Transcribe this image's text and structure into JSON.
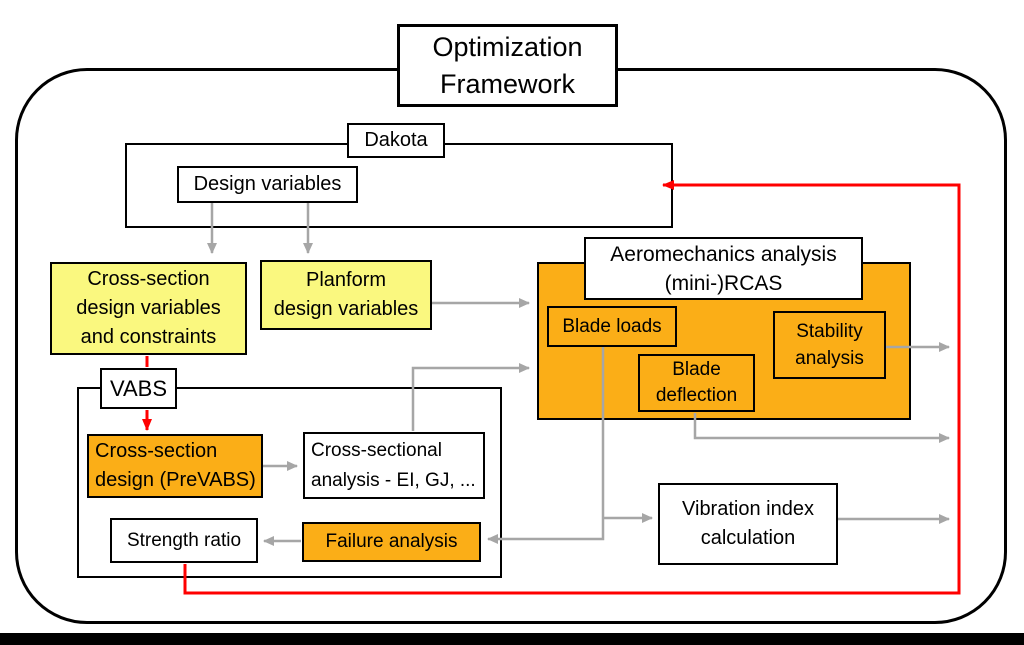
{
  "diagram": {
    "title_lines": [
      "Optimization",
      "Framework"
    ],
    "nodes": {
      "dakota": {
        "label": "Dakota"
      },
      "design_variables": {
        "label": "Design variables"
      },
      "cross_section_dv": {
        "lines": [
          "Cross-section",
          "design variables",
          "and constraints"
        ]
      },
      "planform_dv": {
        "lines": [
          "Planform",
          "design variables"
        ]
      },
      "aeromechanics": {
        "lines": [
          "Aeromechanics analysis",
          "(mini-)RCAS"
        ]
      },
      "blade_loads": {
        "label": "Blade loads"
      },
      "stability": {
        "lines": [
          "Stability",
          "analysis"
        ]
      },
      "blade_deflection": {
        "lines": [
          "Blade",
          "deflection"
        ]
      },
      "vabs": {
        "label": "VABS"
      },
      "prevabs": {
        "lines": [
          "Cross-section",
          "design (PreVABS)"
        ]
      },
      "cross_sectional_analysis": {
        "lines": [
          "Cross-sectional",
          "analysis - EI, GJ, ..."
        ]
      },
      "strength_ratio": {
        "label": "Strength ratio"
      },
      "failure_analysis": {
        "label": "Failure analysis"
      },
      "vibration_index": {
        "lines": [
          "Vibration index",
          "calculation"
        ]
      }
    },
    "colors": {
      "highlight_yellow": "#FAF87F",
      "highlight_orange": "#FBAE17",
      "feedback_red": "#FF0000",
      "arrow_gray": "#A6A6A6",
      "line_black": "#000000"
    },
    "edges": [
      {
        "from": "design_variables",
        "to": "cross_section_dv",
        "color": "gray"
      },
      {
        "from": "design_variables",
        "to": "planform_dv",
        "color": "gray"
      },
      {
        "from": "planform_dv",
        "to": "aeromechanics",
        "color": "gray"
      },
      {
        "from": "cross_sectional_analysis",
        "to": "aeromechanics",
        "color": "gray"
      },
      {
        "from": "prevabs",
        "to": "cross_sectional_analysis",
        "color": "gray"
      },
      {
        "from": "failure_analysis",
        "to": "strength_ratio",
        "color": "gray"
      },
      {
        "from": "blade_loads",
        "to": "failure_analysis",
        "color": "gray"
      },
      {
        "from": "blade_loads",
        "to": "vibration_index",
        "color": "gray"
      },
      {
        "from": "blade_deflection",
        "to": "feedback_line",
        "color": "gray"
      },
      {
        "from": "stability",
        "to": "feedback_line",
        "color": "gray"
      },
      {
        "from": "vibration_index",
        "to": "feedback_line",
        "color": "gray"
      },
      {
        "from": "cross_section_dv",
        "to": "vabs",
        "color": "red"
      },
      {
        "from": "vabs",
        "to": "prevabs",
        "color": "red"
      },
      {
        "from": "strength_ratio",
        "to": "dakota_container",
        "color": "red"
      }
    ]
  }
}
